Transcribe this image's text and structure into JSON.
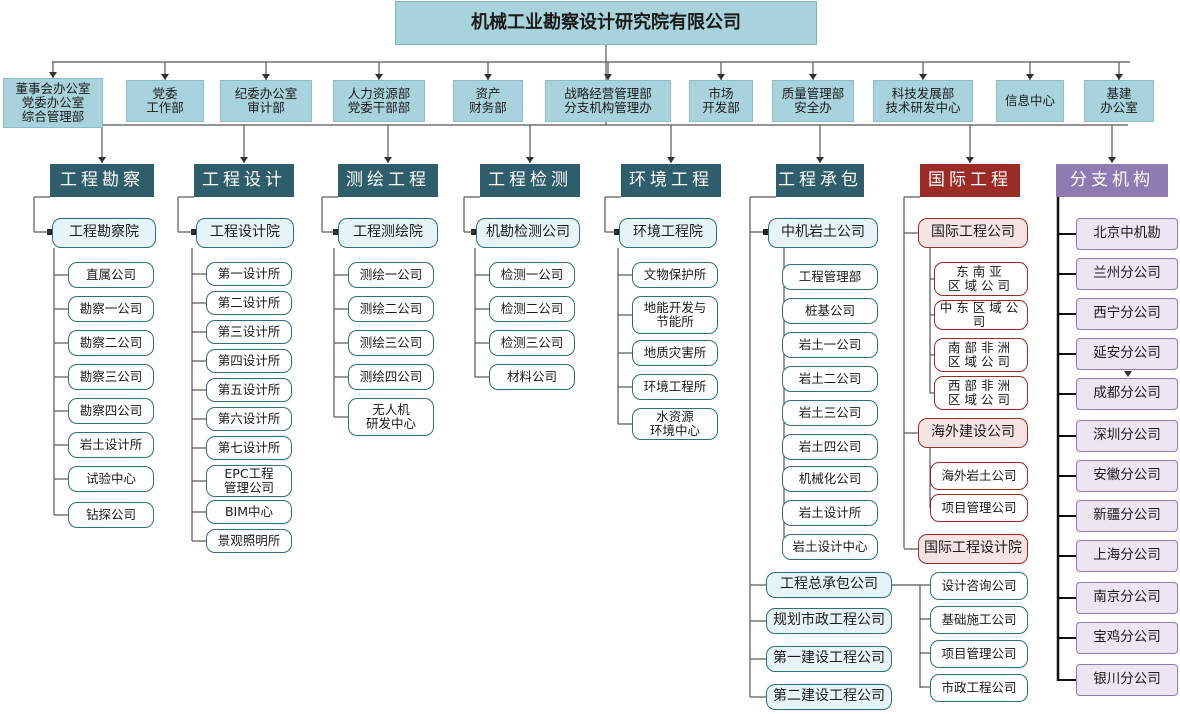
{
  "root": "机械工业勘察设计研究院有限公司",
  "departments": [
    "董事会办公室\n党委办公室\n综合管理部",
    "党委\n工作部",
    "纪委办公室\n审计部",
    "人力资源部\n党委干部部",
    "资产\n财务部",
    "战略经营管理部\n分支机构管理办",
    "市场\n开发部",
    "质量管理部\n安全办",
    "科技发展部\n技术研发中心",
    "信息中心",
    "基建\n办公室"
  ],
  "divisions": [
    {
      "name": "工程勘察",
      "unit": "工程勘察院",
      "leaves": [
        "直属公司",
        "勘察一公司",
        "勘察二公司",
        "勘察三公司",
        "勘察四公司",
        "岩土设计所",
        "试验中心",
        "钻探公司"
      ]
    },
    {
      "name": "工程设计",
      "unit": "工程设计院",
      "leaves": [
        "第一设计所",
        "第二设计所",
        "第三设计所",
        "第四设计所",
        "第五设计所",
        "第六设计所",
        "第七设计所",
        "EPC工程\n管理公司",
        "BIM中心",
        "景观照明所"
      ]
    },
    {
      "name": "测绘工程",
      "unit": "工程测绘院",
      "leaves": [
        "测绘一公司",
        "测绘二公司",
        "测绘三公司",
        "测绘四公司",
        "无人机\n研发中心"
      ]
    },
    {
      "name": "工程检测",
      "unit": "机勘检测公司",
      "leaves": [
        "检测一公司",
        "检测二公司",
        "检测三公司",
        "材料公司"
      ]
    },
    {
      "name": "环境工程",
      "unit": "环境工程院",
      "leaves": [
        "文物保护所",
        "地能开发与\n节能所",
        "地质灾害所",
        "环境工程所",
        "水资源\n环境中心"
      ]
    },
    {
      "name": "工程承包",
      "units": [
        {
          "name": "中机岩土公司",
          "leaves": [
            "工程管理部",
            "桩基公司",
            "岩土一公司",
            "岩土二公司",
            "岩土三公司",
            "岩土四公司",
            "机械化公司",
            "岩土设计所",
            "岩土设计中心"
          ]
        },
        {
          "name": "工程总承包公司",
          "leaves": [
            "设计咨询公司",
            "基础施工公司",
            "项目管理公司",
            "市政工程公司"
          ]
        },
        {
          "name": "规划市政工程公司"
        },
        {
          "name": "第一建设工程公司"
        },
        {
          "name": "第二建设工程公司"
        }
      ]
    },
    {
      "name": "国际工程",
      "units": [
        {
          "name": "国际工程公司",
          "leaves": [
            "东南亚\n区域公司",
            "中东区域公司",
            "南部非洲\n区域公司",
            "西部非洲\n区域公司"
          ]
        },
        {
          "name": "海外建设公司",
          "leaves": [
            "海外岩土公司",
            "项目管理公司"
          ]
        },
        {
          "name": "国际工程设计院"
        }
      ]
    },
    {
      "name": "分支机构",
      "branches": [
        "北京中机勘",
        "兰州分公司",
        "西宁分公司",
        "延安分公司",
        "成都分公司",
        "深圳分公司",
        "安徽分公司",
        "新疆分公司",
        "上海分公司",
        "南京分公司",
        "宝鸡分公司",
        "银川分公司"
      ]
    }
  ],
  "colors": {
    "teal_box": "#a8d3dc",
    "dark_teal": "#2e5d6b",
    "red": "#9b2b25",
    "purple": "#8f7ab1"
  }
}
